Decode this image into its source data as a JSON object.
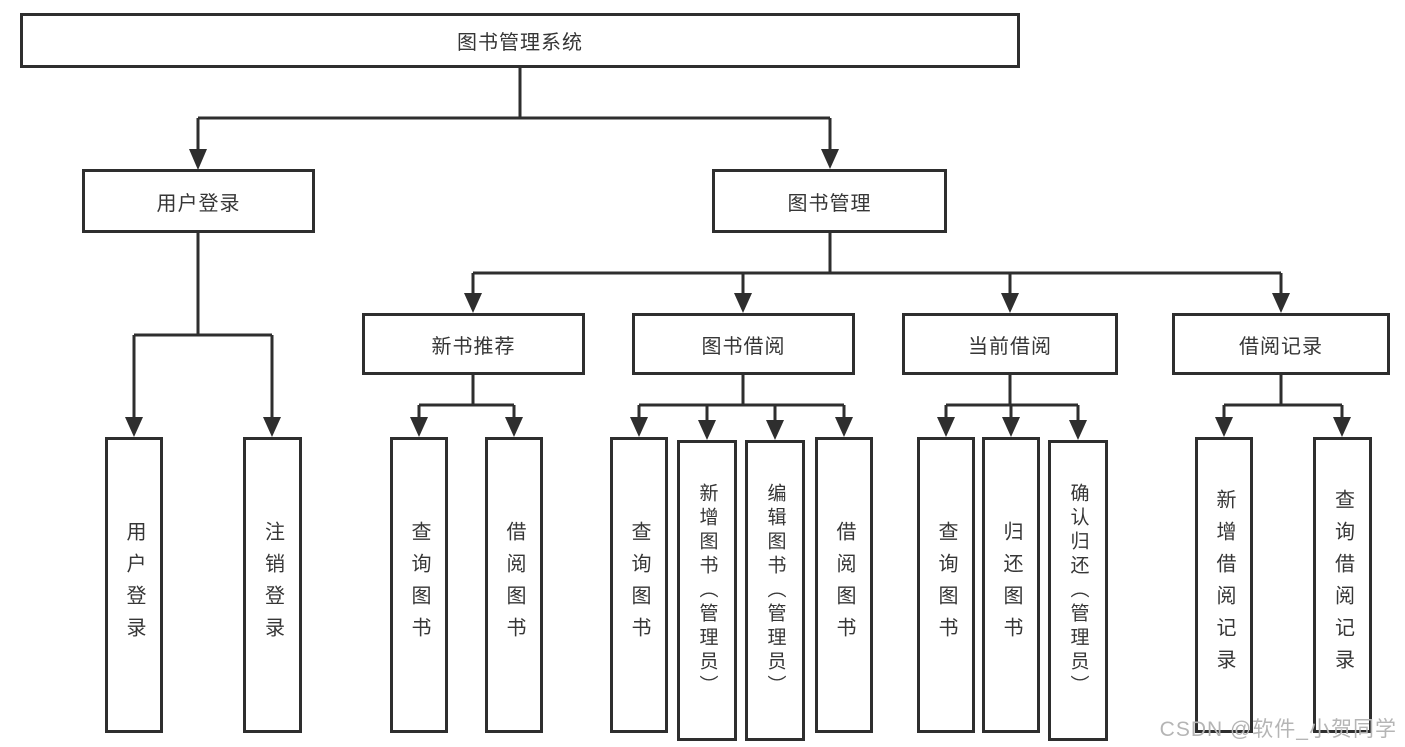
{
  "title": "图书管理系统",
  "branches": [
    {
      "label": "用户登录",
      "leaves": [
        "用户登录",
        "注销登录"
      ]
    },
    {
      "label": "图书管理",
      "groups": [
        {
          "label": "新书推荐",
          "leaves": [
            "查询图书",
            "借阅图书"
          ]
        },
        {
          "label": "图书借阅",
          "leaves": [
            "查询图书",
            "新增图书（管理员）",
            "编辑图书（管理员）",
            "借阅图书"
          ]
        },
        {
          "label": "当前借阅",
          "leaves": [
            "查询图书",
            "归还图书",
            "确认归还（管理员）"
          ]
        },
        {
          "label": "借阅记录",
          "leaves": [
            "新增借阅记录",
            "查询借阅记录"
          ]
        }
      ]
    }
  ],
  "watermark": "CSDN @软件_小贺同学",
  "colors": {
    "line": "#2e2e2e",
    "text": "#363636",
    "watermark": "#b5b5b5",
    "background": "#ffffff"
  }
}
